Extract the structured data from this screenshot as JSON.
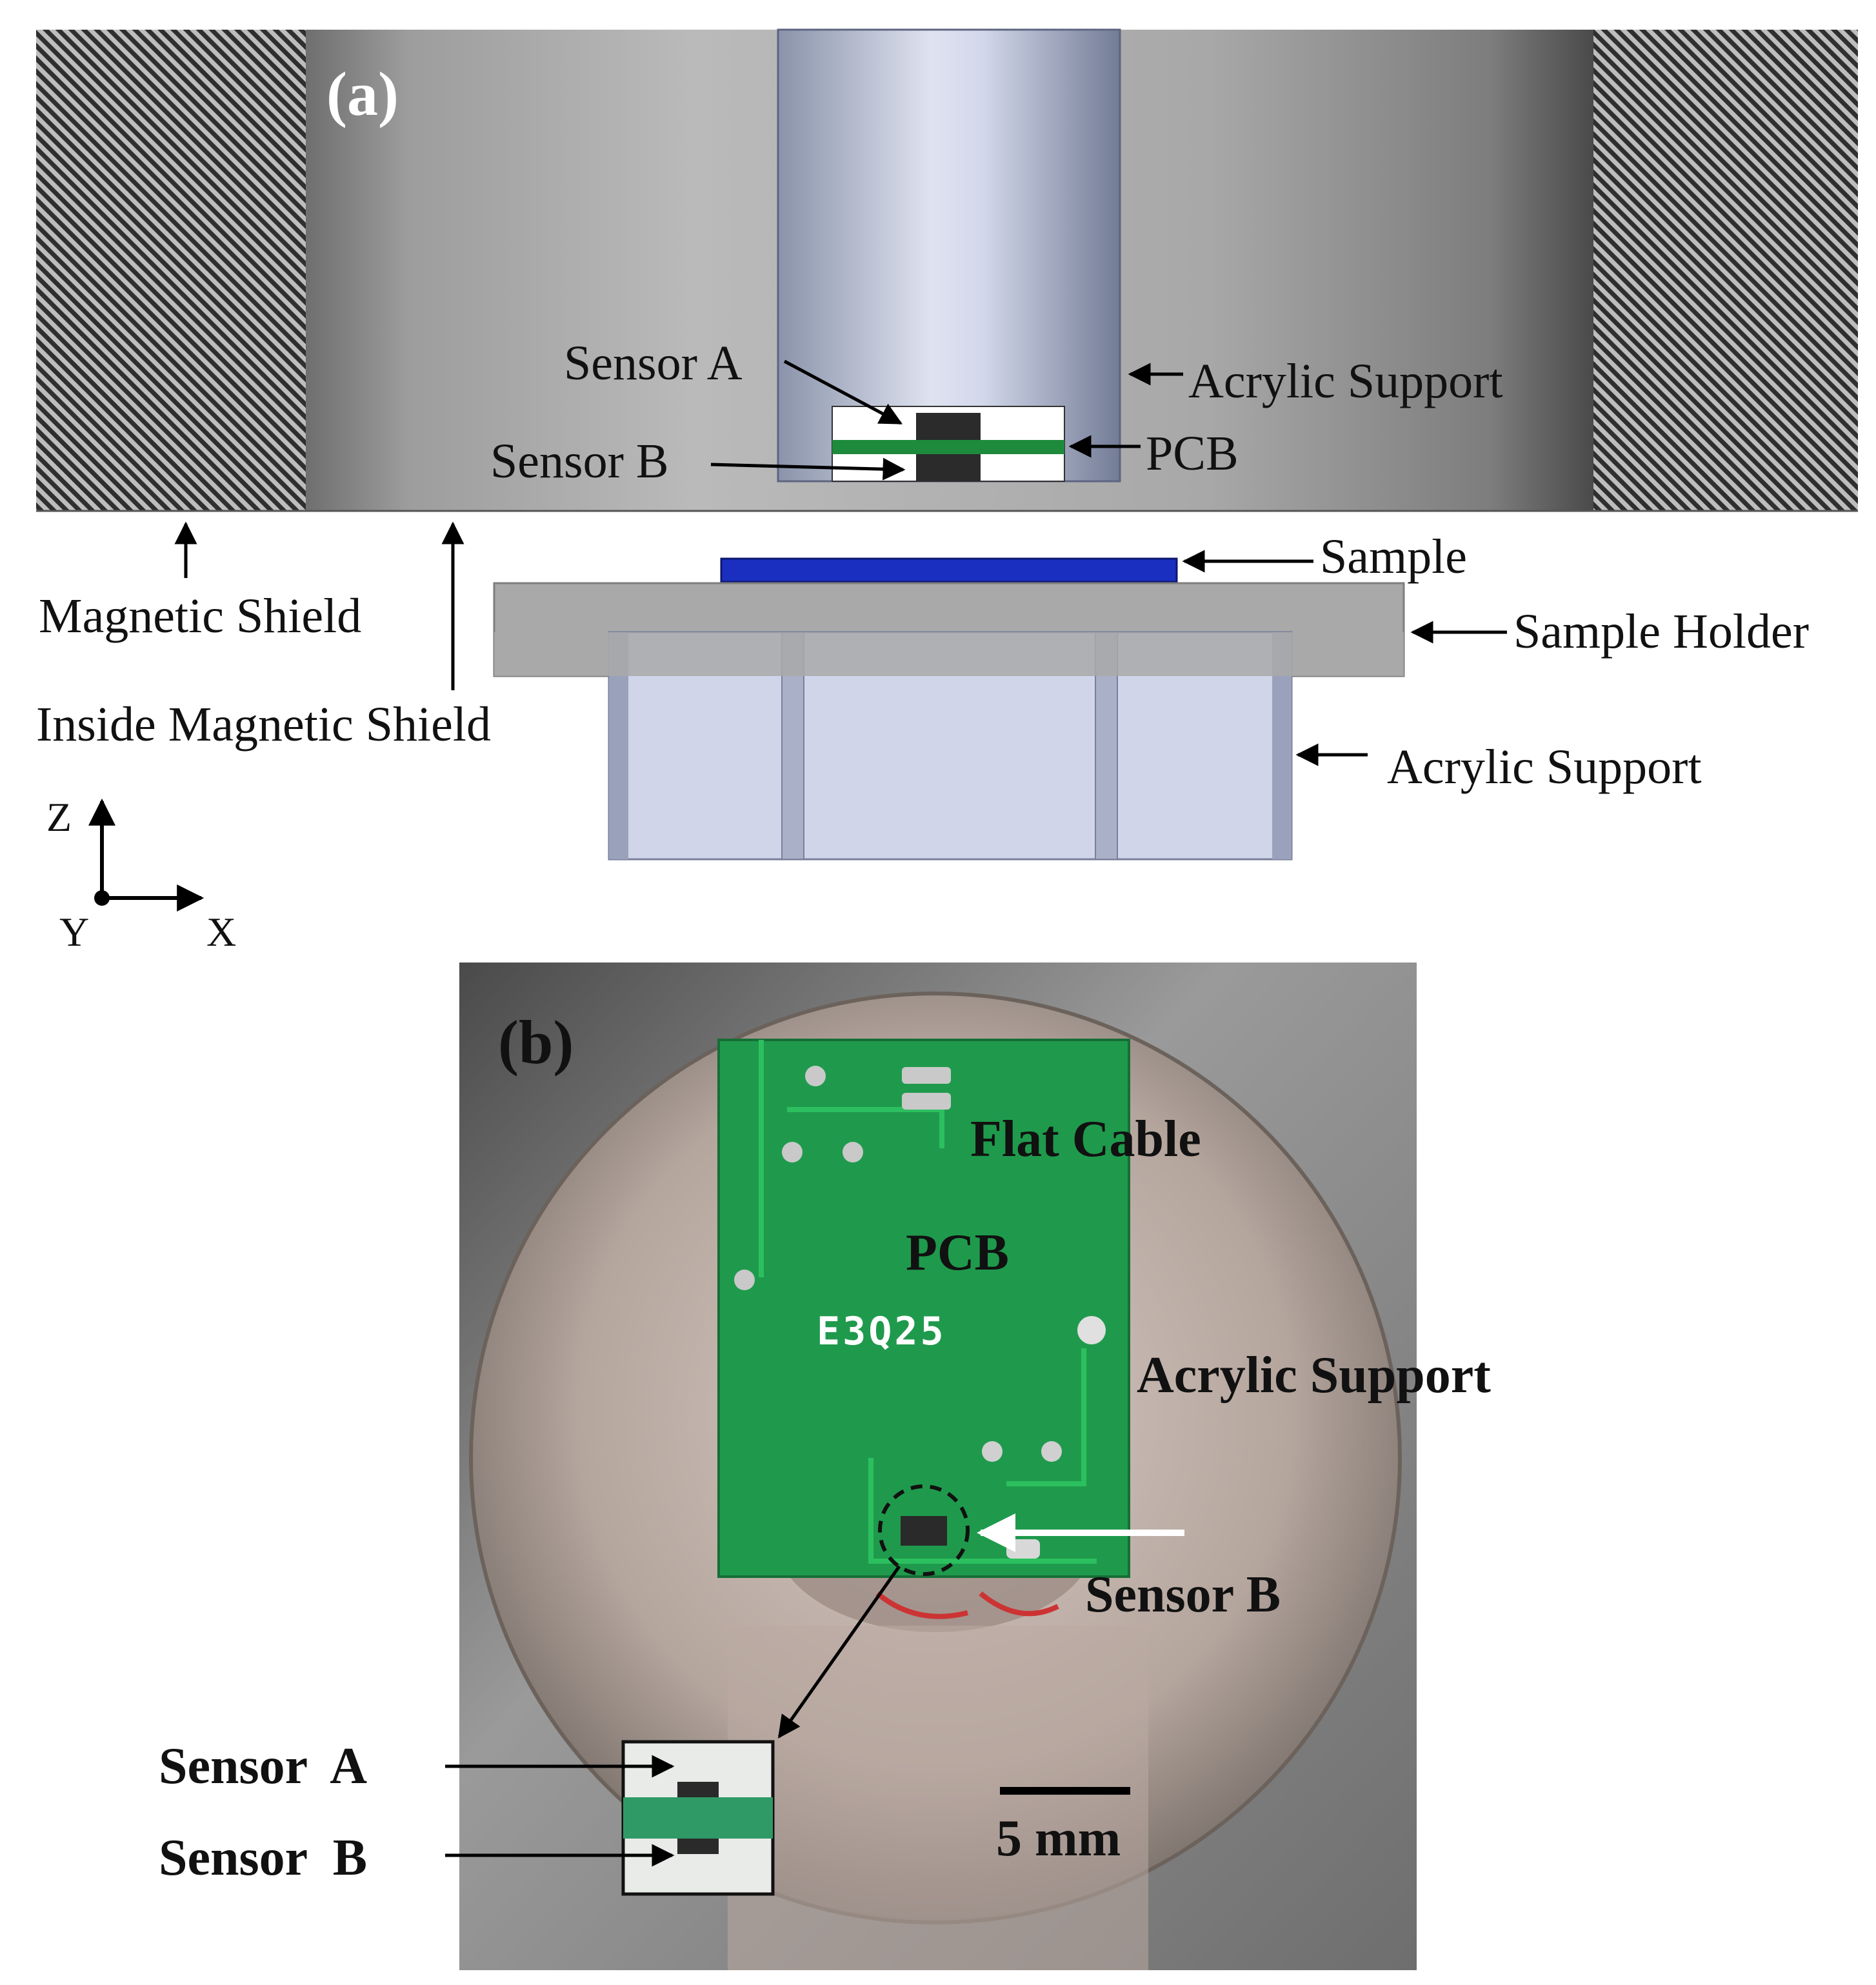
{
  "panel_a": {
    "panel_label": "(a)",
    "labels": {
      "sensor_a": "Sensor A",
      "sensor_b": "Sensor B",
      "acrylic_support_top": "Acrylic Support",
      "pcb": "PCB",
      "sample": "Sample",
      "sample_holder": "Sample Holder",
      "acrylic_support_bottom": "Acrylic Support",
      "magnetic_shield": "Magnetic Shield",
      "inside_magnetic_shield": "Inside Magnetic Shield"
    },
    "axes": {
      "z": "Z",
      "y": "Y",
      "x": "X"
    }
  },
  "panel_b": {
    "panel_label": "(b)",
    "labels": {
      "flat_cable": "Flat Cable",
      "pcb": "PCB",
      "pcb_marking": "E3Q25",
      "acrylic_support": "Acrylic Support",
      "sensor_b": "Sensor B",
      "inset_sensor_a": "Sensor  A",
      "inset_sensor_b": "Sensor  B",
      "scale_bar": "5 mm"
    }
  },
  "colors": {
    "pcb_green": "#1f9a4c",
    "sample_blue": "#1a2fbf",
    "shield_gray": "#8c8c8c"
  }
}
